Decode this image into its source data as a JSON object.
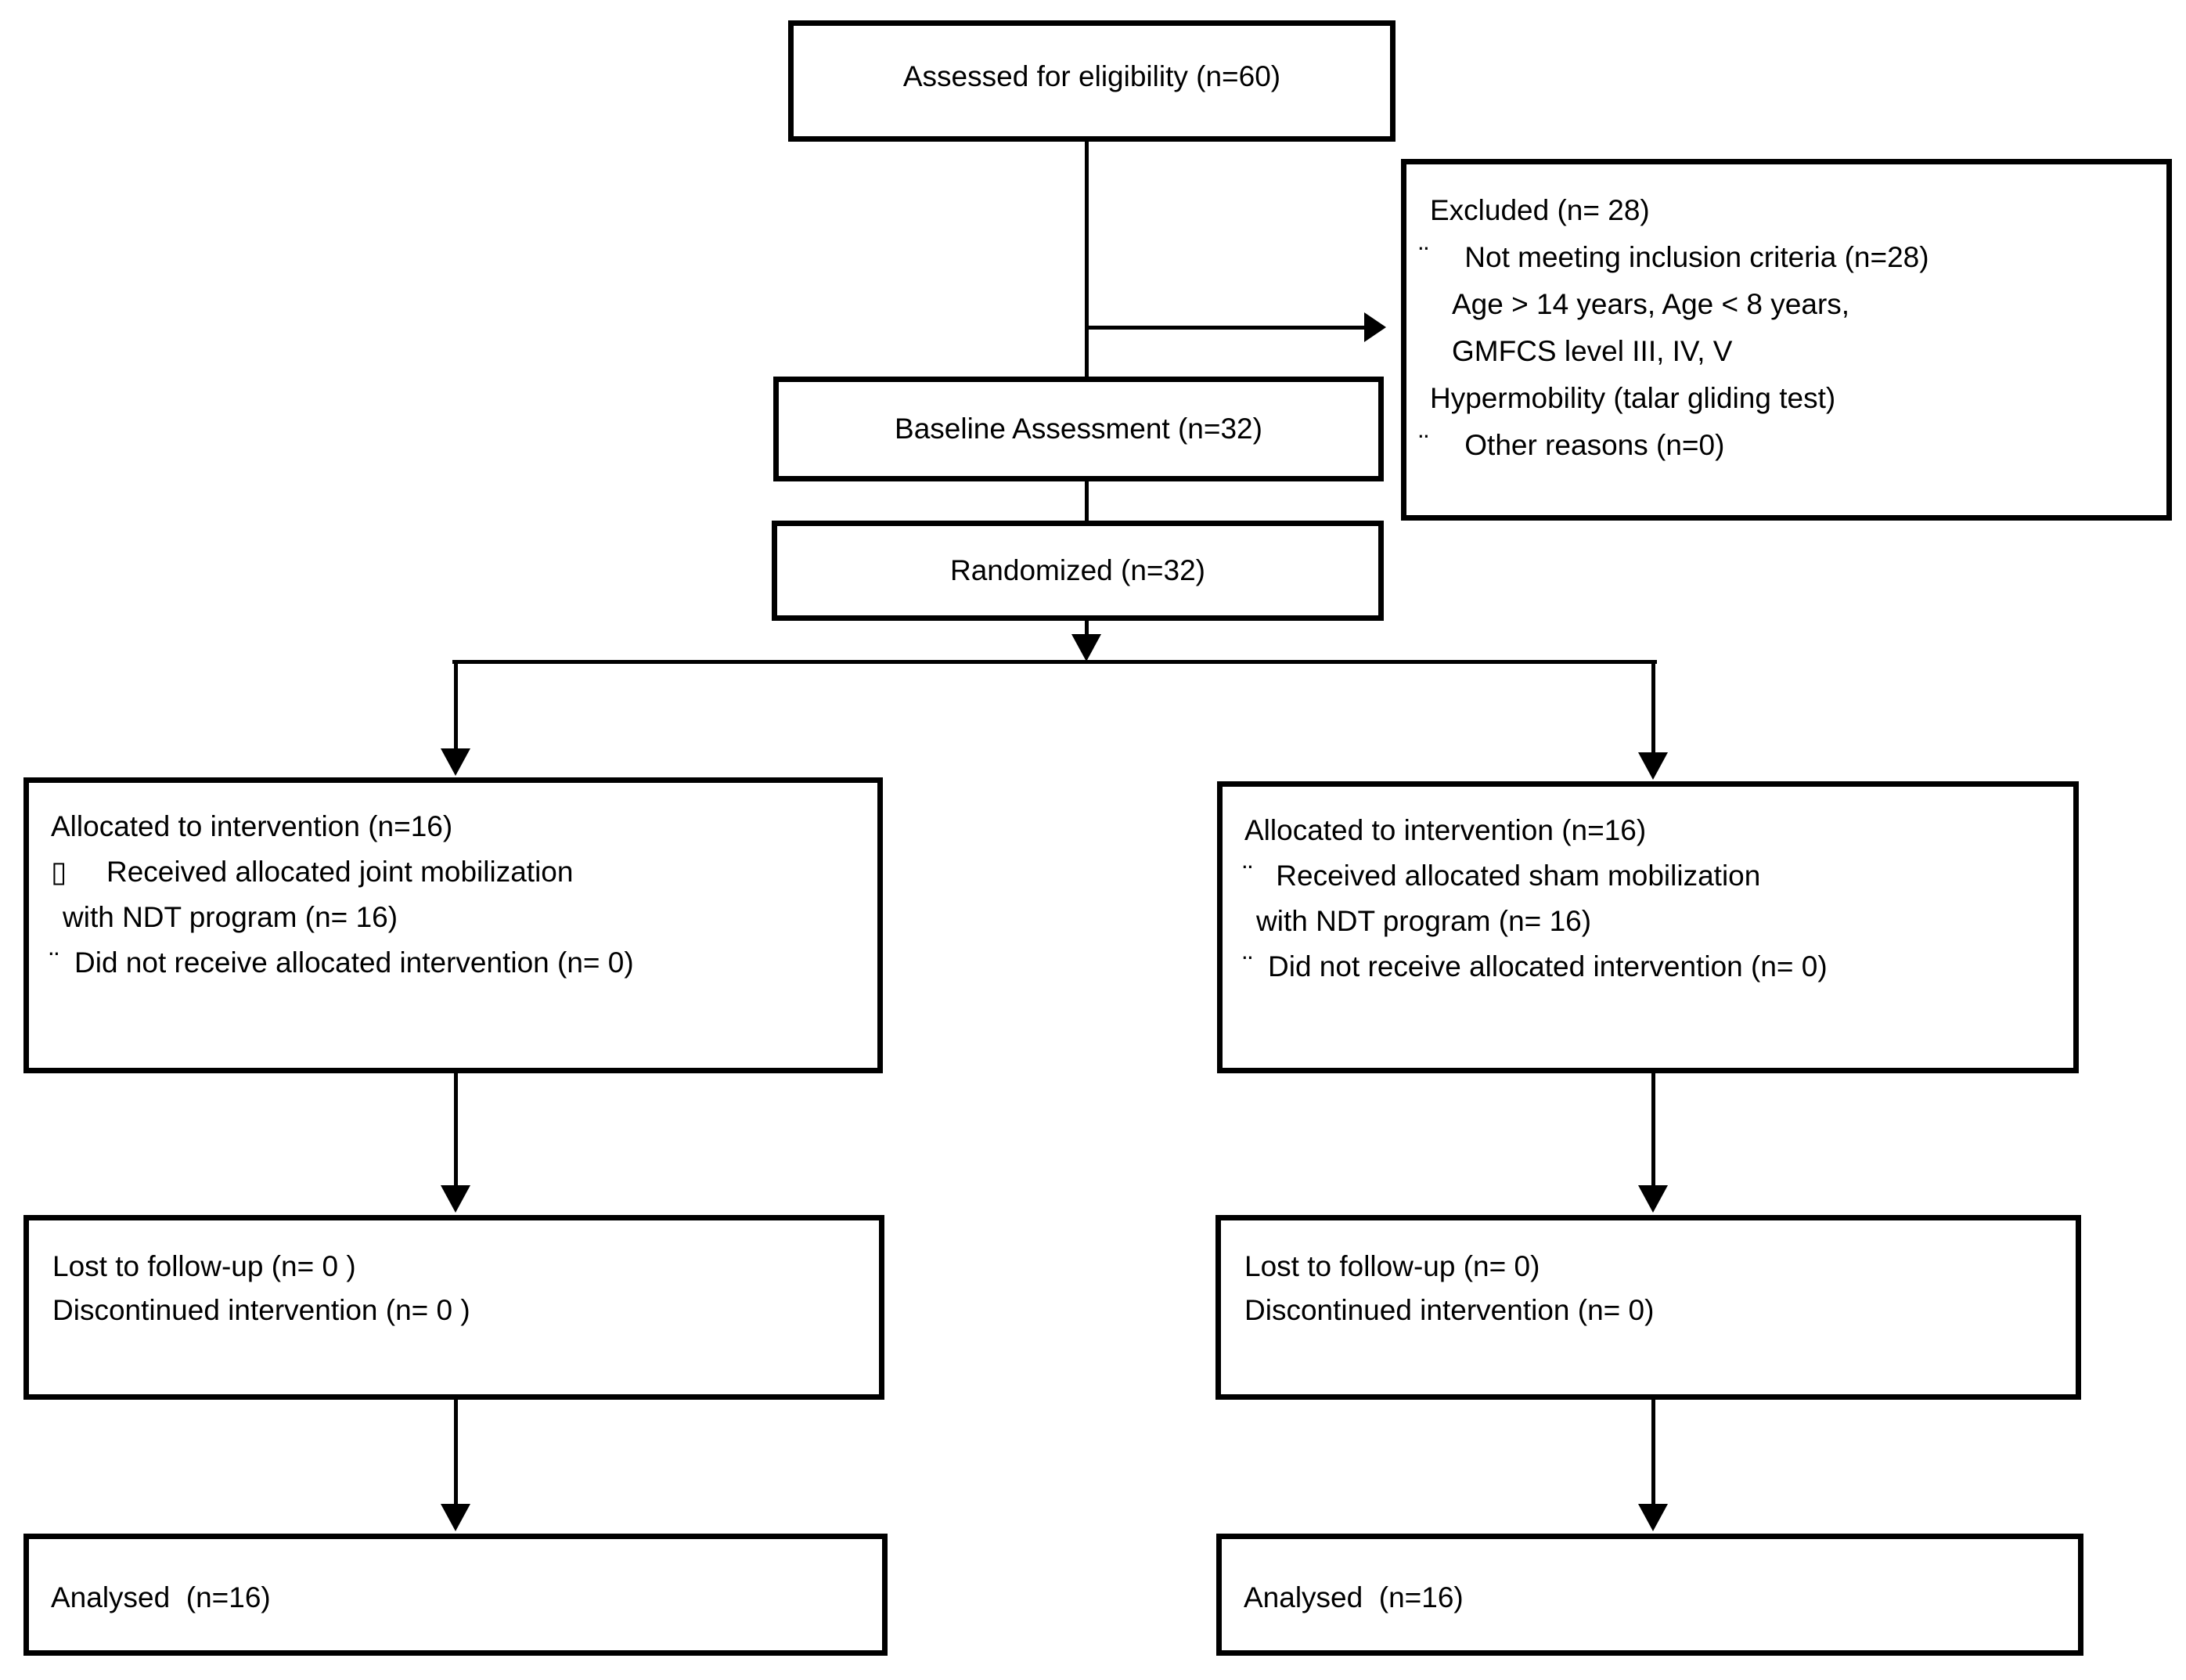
{
  "colors": {
    "line": "#000000",
    "background": "#ffffff",
    "text": "#000000"
  },
  "boxes": {
    "assessed": {
      "label": "Assessed for eligibility (n=60)"
    },
    "excluded": {
      "title": "Excluded (n= 28)",
      "bullet_dots": "¨",
      "item1": " Not meeting inclusion criteria (n=28)",
      "detail1": "Age > 14 years, Age < 8 years,",
      "detail2": "GMFCS level III, IV, V",
      "detail3": "Hypermobility (talar gliding test)",
      "item2": " Other reasons (n=0)"
    },
    "baseline": {
      "label": "Baseline Assessment (n=32)"
    },
    "randomized": {
      "label": "Randomized (n=32)"
    },
    "allocation_left": {
      "line1": "Allocated to intervention (n=16)",
      "bullet_box": "▯",
      "line2": "Received allocated joint mobilization",
      "line3": "with NDT program (n= 16)",
      "bullet_dots": "¨",
      "line4": "Did not receive allocated intervention (n= 0)"
    },
    "allocation_right": {
      "line1": "Allocated to intervention (n=16)",
      "bullet_dots": "¨",
      "line2": " Received allocated sham mobilization",
      "line3": "with NDT program (n= 16)",
      "line4": "Did not receive allocated intervention (n= 0)"
    },
    "followup_left": {
      "line1": "Lost to follow-up (n= 0 )",
      "line2": "Discontinued intervention (n= 0 )"
    },
    "followup_right": {
      "line1": "Lost to follow-up (n= 0)",
      "line2": "Discontinued intervention (n= 0)"
    },
    "analysed_left": {
      "label": "Analysed  (n=16)"
    },
    "analysed_right": {
      "label": "Analysed  (n=16)"
    }
  }
}
